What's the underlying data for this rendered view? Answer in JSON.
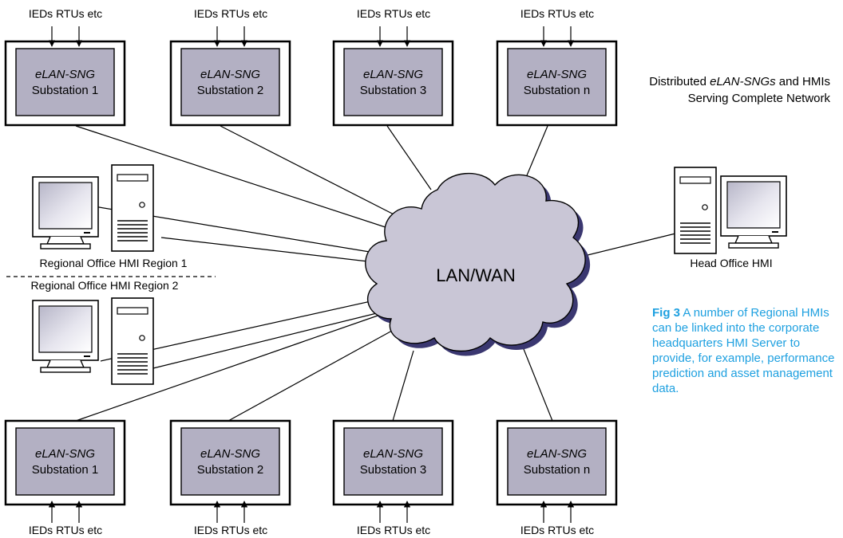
{
  "inputs_label": "IEDs RTUs etc",
  "node_title": "eLAN-SNG",
  "network_label": "LAN/WAN",
  "substations_top": [
    {
      "label": "Substation 1"
    },
    {
      "label": "Substation 2"
    },
    {
      "label": "Substation 3"
    },
    {
      "label": "Substation n"
    }
  ],
  "substations_bottom": [
    {
      "label": "Substation 1"
    },
    {
      "label": "Substation 2"
    },
    {
      "label": "Substation 3"
    },
    {
      "label": "Substation n"
    }
  ],
  "hmi": {
    "region1": "Regional Office HMI Region 1",
    "region2": "Regional Office HMI Region 2",
    "head_office": "Head Office HMI"
  },
  "side_note": {
    "prefix": "Distributed ",
    "emphasis": "eLAN-SNGs",
    "suffix": " and HMIs",
    "line2": "Serving Complete Network"
  },
  "caption": {
    "label": "Fig 3",
    "text": "A number of Regional HMIs can be linked into the corporate headquarters HMI Server to provide, for example, performance prediction and asset management data."
  },
  "colors": {
    "panel_fill": "#b3b0c3",
    "cloud_fill": "#c9c6d6",
    "cloud_shadow": "#3a3770",
    "caption": "#1ea0e0",
    "line": "#000000"
  }
}
